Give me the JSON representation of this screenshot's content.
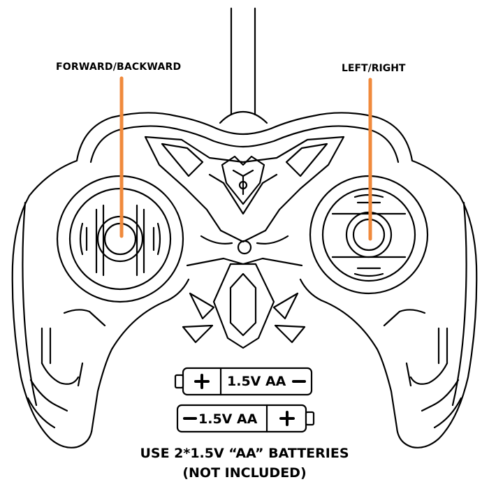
{
  "labels": {
    "forward_backward": "FORWARD/BACKWARD",
    "left_right": "LEFT/RIGHT"
  },
  "batteries": [
    {
      "voltage": "1.5V AA",
      "positive": "+",
      "negative": "−"
    },
    {
      "voltage": "1.5V AA",
      "positive": "+",
      "negative": "−"
    }
  ],
  "instructions": {
    "line1": "USE 2*1.5V “AA” BATTERIES",
    "line2": "(NOT INCLUDED)"
  },
  "colors": {
    "pointer": "#f08a3c",
    "outline": "#000000",
    "background": "#ffffff"
  }
}
